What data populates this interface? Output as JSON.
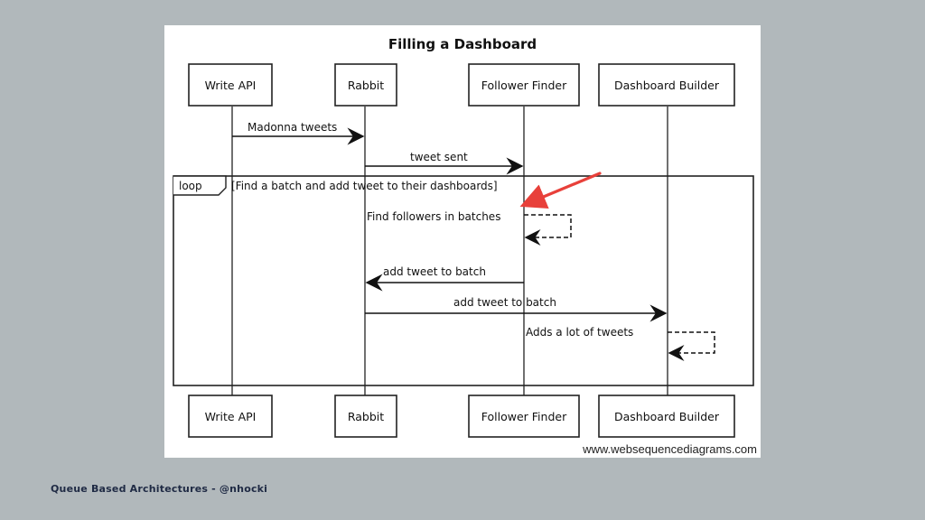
{
  "diagram": {
    "title": "Filling a Dashboard",
    "participants": [
      "Write API",
      "Rabbit",
      "Follower Finder",
      "Dashboard Builder"
    ],
    "messages": [
      {
        "label": "Madonna tweets",
        "from": "Write API",
        "to": "Rabbit",
        "style": "solid"
      },
      {
        "label": "tweet sent",
        "from": "Rabbit",
        "to": "Follower Finder",
        "style": "solid"
      },
      {
        "label": "Find followers in batches",
        "from": "Follower Finder",
        "to": "Follower Finder",
        "style": "dashed"
      },
      {
        "label": "add tweet to batch",
        "from": "Follower Finder",
        "to": "Rabbit",
        "style": "solid"
      },
      {
        "label": "add tweet to batch",
        "from": "Rabbit",
        "to": "Dashboard Builder",
        "style": "solid"
      },
      {
        "label": "Adds a lot of tweets",
        "from": "Dashboard Builder",
        "to": "Dashboard Builder",
        "style": "dashed"
      }
    ],
    "loop": {
      "tag": "loop",
      "condition": "[Find a batch and add tweet to their dashboards]"
    },
    "highlight_arrow_color": "#e8403a",
    "watermark": "www.websequencediagrams.com"
  },
  "footer": {
    "text": "Queue Based Architectures - @nhocki"
  },
  "colors": {
    "background": "#b1b8bb",
    "footer_text": "#1f2a44"
  }
}
